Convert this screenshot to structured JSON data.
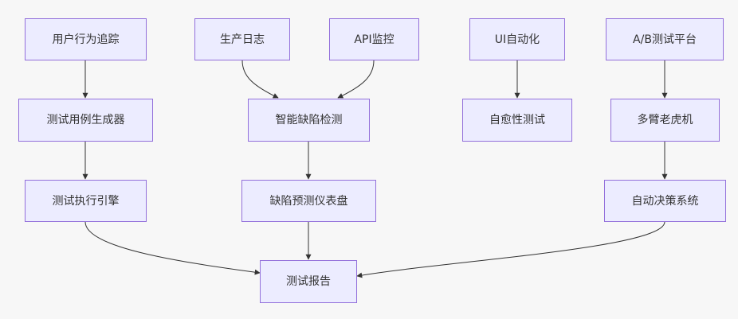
{
  "colors": {
    "background": "#f7f7f7",
    "node_fill": "#ececff",
    "node_border": "#9370db",
    "edge": "#333333",
    "text": "#333333"
  },
  "nodes": {
    "user_tracking": "用户行为追踪",
    "prod_logs": "生产日志",
    "api_monitor": "API监控",
    "ui_automation": "UI自动化",
    "ab_platform": "A/B测试平台",
    "testcase_generator": "测试用例生成器",
    "smart_defect": "智能缺陷检测",
    "self_healing": "自愈性测试",
    "bandit": "多臂老虎机",
    "exec_engine": "测试执行引擎",
    "defect_dashboard": "缺陷预测仪表盘",
    "auto_decision": "自动决策系统",
    "test_report": "测试报告"
  },
  "edges": [
    {
      "from": "user_tracking",
      "to": "testcase_generator"
    },
    {
      "from": "prod_logs",
      "to": "smart_defect"
    },
    {
      "from": "api_monitor",
      "to": "smart_defect"
    },
    {
      "from": "ui_automation",
      "to": "self_healing"
    },
    {
      "from": "ab_platform",
      "to": "bandit"
    },
    {
      "from": "testcase_generator",
      "to": "exec_engine"
    },
    {
      "from": "smart_defect",
      "to": "defect_dashboard"
    },
    {
      "from": "bandit",
      "to": "auto_decision"
    },
    {
      "from": "exec_engine",
      "to": "test_report"
    },
    {
      "from": "defect_dashboard",
      "to": "test_report"
    },
    {
      "from": "auto_decision",
      "to": "test_report"
    }
  ]
}
